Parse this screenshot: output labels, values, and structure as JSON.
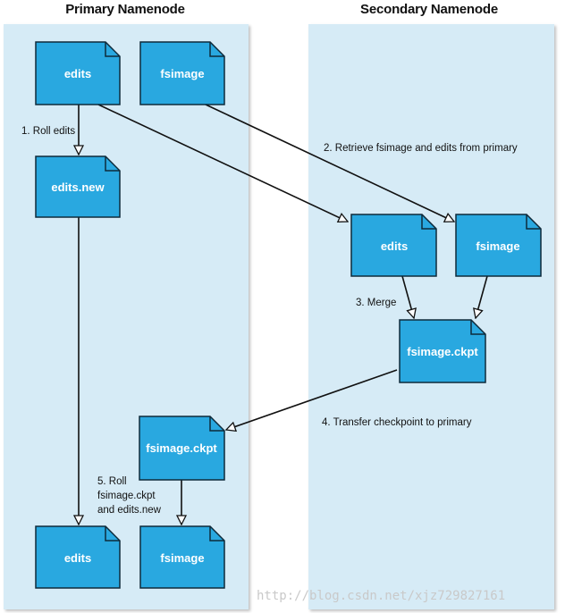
{
  "columns": {
    "primary": "Primary Namenode",
    "secondary": "Secondary Namenode"
  },
  "files": {
    "primary_edits": "edits",
    "primary_fsimage": "fsimage",
    "primary_edits_new": "edits.new",
    "secondary_edits": "edits",
    "secondary_fsimage": "fsimage",
    "secondary_ckpt": "fsimage.ckpt",
    "primary_ckpt": "fsimage.ckpt",
    "final_edits": "edits",
    "final_fsimage": "fsimage"
  },
  "steps": {
    "roll_edits": "1. Roll edits",
    "retrieve": "2. Retrieve fsimage and edits from primary",
    "merge": "3. Merge",
    "transfer": "4. Transfer checkpoint to primary",
    "roll_line1": "5. Roll",
    "roll_line2": "fsimage.ckpt",
    "roll_line3": "and edits.new"
  },
  "watermark": "http://blog.csdn.net/xjz729827161",
  "colors": {
    "panel": "#d6ebf6",
    "document": "#29a8e0",
    "document_border": "#0e2a3a",
    "arrow": "#111111"
  }
}
